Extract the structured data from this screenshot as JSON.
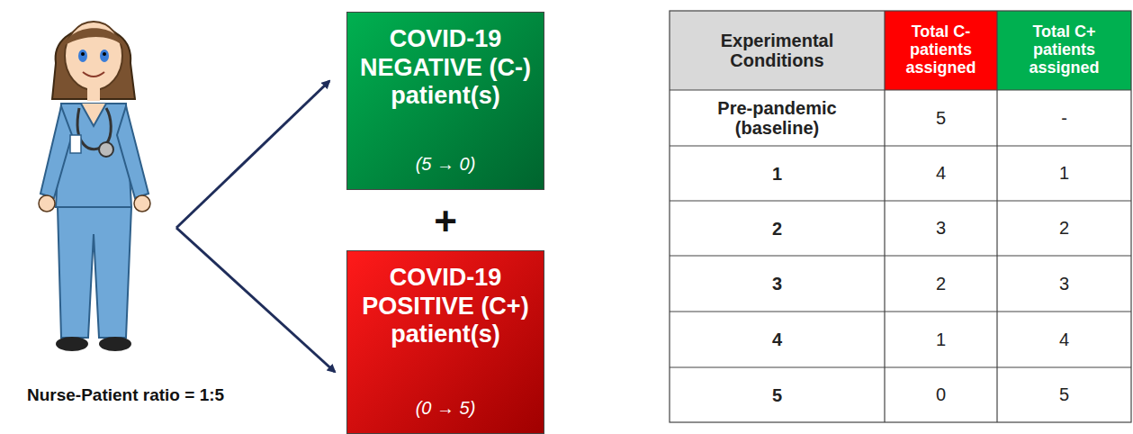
{
  "diagram": {
    "nodes": [
      {
        "text": [
          "COVID-19 NEGATIVE (C-) patient(s)",
          "(5 → 0)"
        ]
      },
      {
        "text": [
          "COVID-19 POSITIVE (C+) patient(s)",
          "(0 → 5)"
        ]
      }
    ],
    "labels": [
      "+",
      "Nurse-Patient ratio = 1:5",
      "Experimental Conditions",
      "Total C- patients assigned",
      "Total C+ patients assigned",
      "Pre-pandemic (baseline)",
      "5",
      "-",
      "1",
      "4",
      "1",
      "2",
      "3",
      "2",
      "3",
      "2",
      "3",
      "4",
      "1",
      "4",
      "5",
      "0",
      "5"
    ]
  }
}
